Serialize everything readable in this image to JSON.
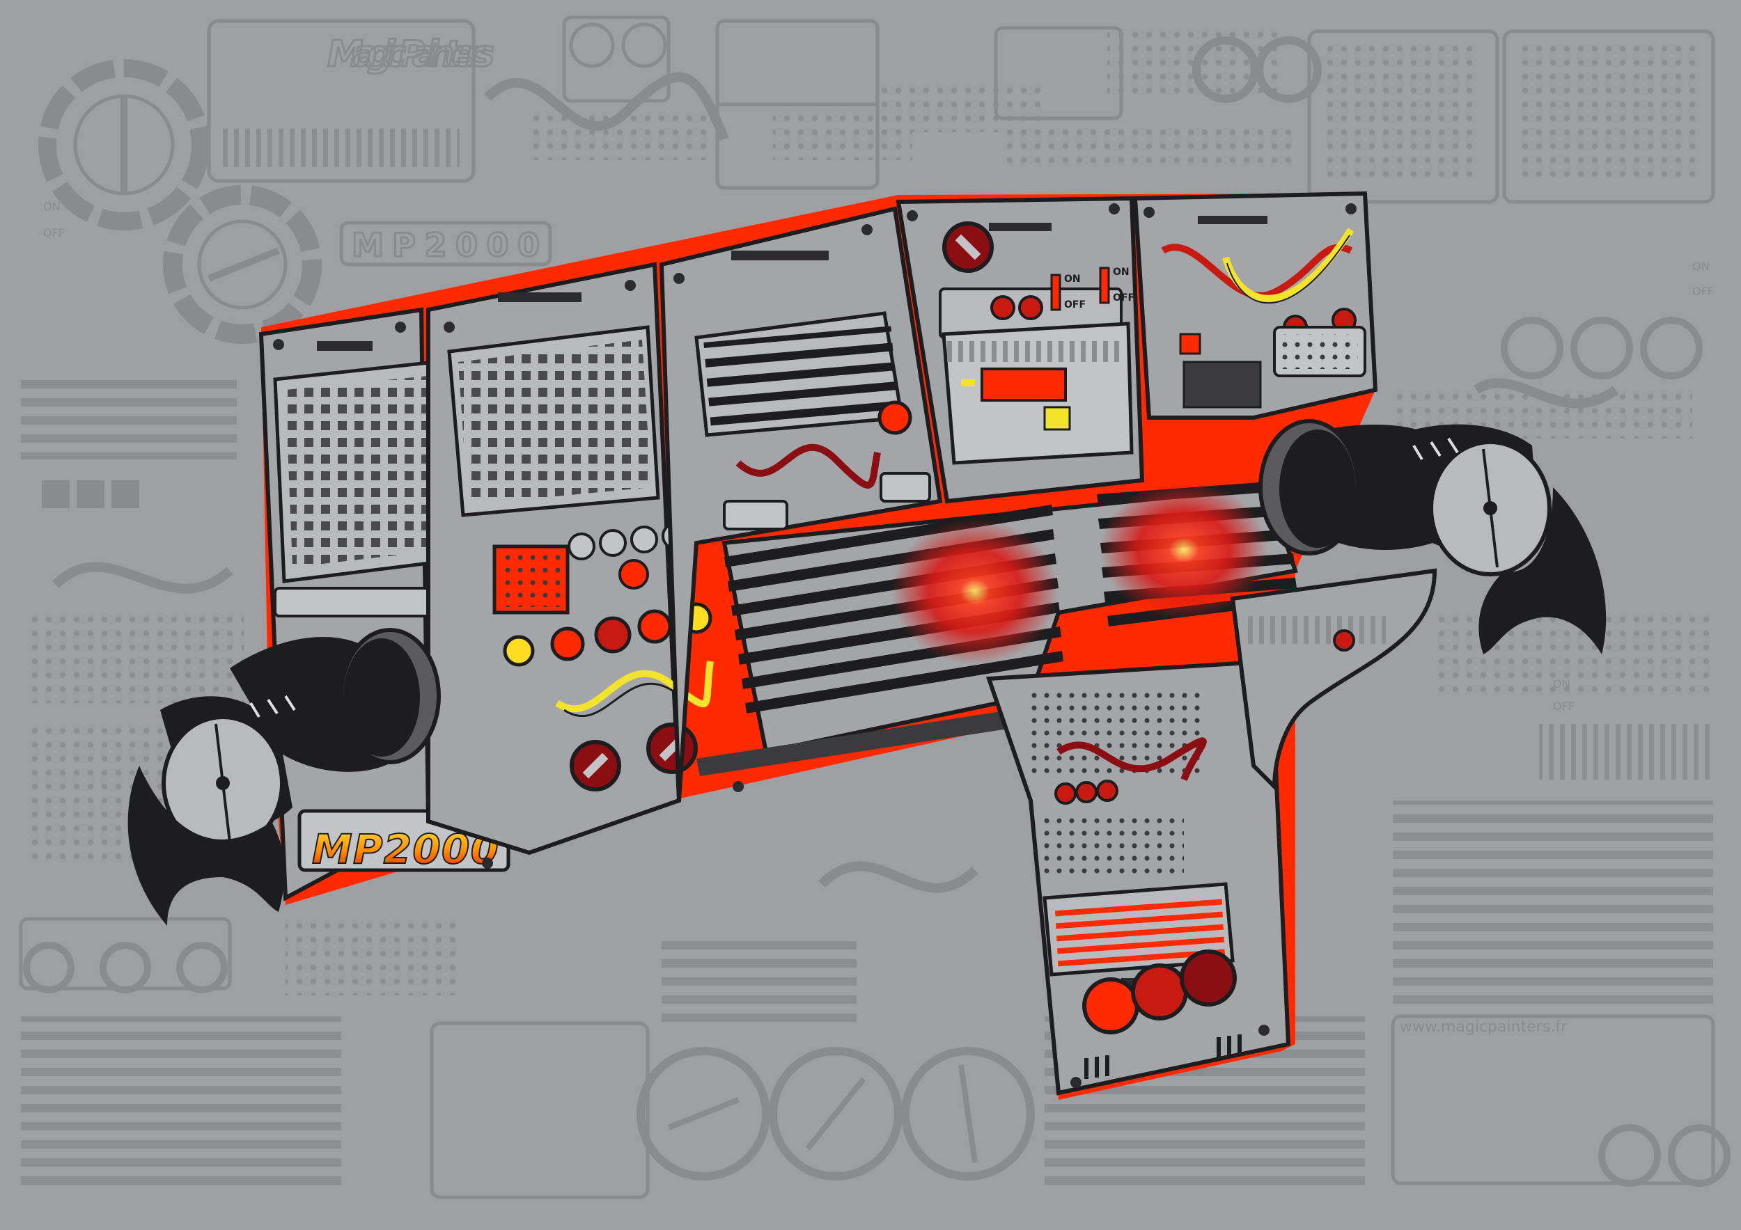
{
  "background": {
    "brand_logo_text": "Magic Painters",
    "model_text": "MP2000",
    "website": "www.magicpainters.fr",
    "switch_on": "ON",
    "switch_off": "OFF"
  },
  "device": {
    "model_badge": "MP2000",
    "switch_on": "ON",
    "switch_off": "OFF"
  },
  "colors": {
    "background": "#9e9fa3",
    "line": "#8a8b8f",
    "panel": "#a4a5a9",
    "panel_light": "#b9babd",
    "accent_red": "#ff2a00",
    "dark_red": "#8b0f12",
    "black": "#1d1d1f",
    "yellow": "#f2e32c",
    "glow_red": "#e3201b"
  }
}
